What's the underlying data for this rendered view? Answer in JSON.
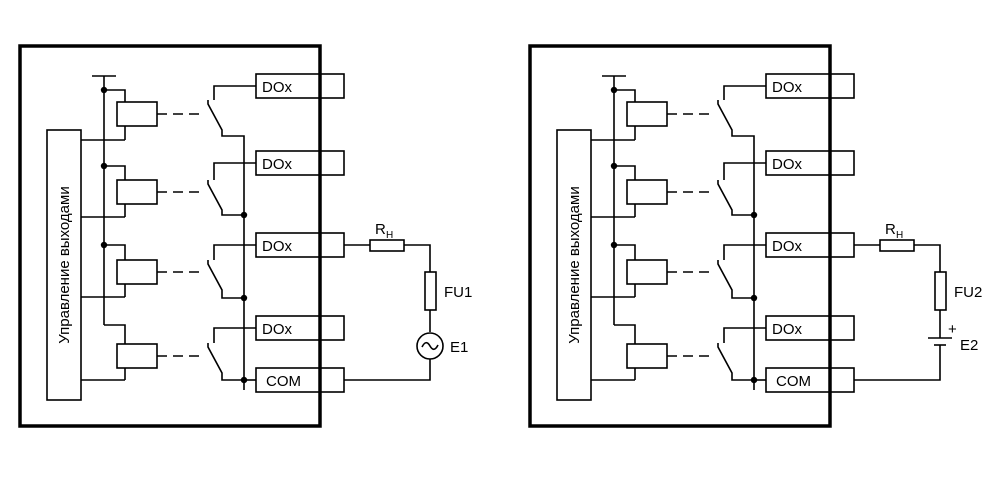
{
  "panels": [
    {
      "id": "left",
      "control_label": "Управление выходами",
      "terminals": [
        "DOx",
        "DOx",
        "DOx",
        "DOx",
        "COM"
      ],
      "load": {
        "resistor_label": "R",
        "resistor_sub": "Н",
        "fuse_label": "FU1",
        "source_label": "E1",
        "source_type": "ac"
      }
    },
    {
      "id": "right",
      "control_label": "Управление выходами",
      "terminals": [
        "DOx",
        "DOx",
        "DOx",
        "DOx",
        "COM"
      ],
      "load": {
        "resistor_label": "R",
        "resistor_sub": "Н",
        "fuse_label": "FU2",
        "source_label": "E2",
        "source_type": "dc",
        "polarity_label": "+"
      }
    }
  ]
}
